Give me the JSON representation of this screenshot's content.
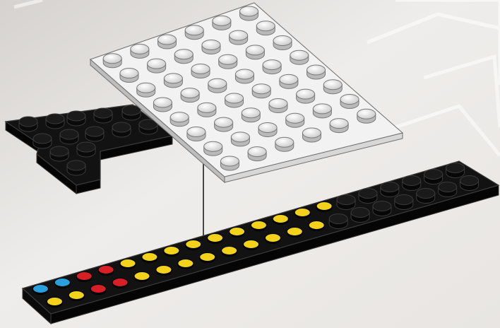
{
  "illustration": {
    "colors": {
      "background_light": "#eeeceb",
      "background_shade": "#d9d6d3",
      "background_lines": "#ffffff",
      "brick_black": "#121212",
      "brick_edge": "#3a3a3a",
      "plate_white": "#f2f2f2",
      "plate_edge": "#6f6f6f",
      "stud_yellow": "#f3d21b",
      "stud_red": "#d81f26",
      "stud_blue": "#2a9fde",
      "guide_line": "#111111"
    },
    "parts": [
      {
        "name": "black-t-shaped-plate",
        "color": "black"
      },
      {
        "name": "white-6x8-plate",
        "color": "white"
      },
      {
        "name": "long-black-plate-with-colored-studs",
        "color": "black",
        "stud_rows": [
          [
            "blue",
            "blue",
            "red",
            "red",
            "yellow",
            "yellow",
            "yellow",
            "yellow",
            "yellow",
            "yellow",
            "yellow",
            "yellow",
            "yellow",
            "yellow",
            "black",
            "black",
            "black",
            "black",
            "black",
            "black"
          ],
          [
            "yellow",
            "yellow",
            "red",
            "red",
            "yellow",
            "yellow",
            "yellow",
            "yellow",
            "yellow",
            "yellow",
            "yellow",
            "yellow",
            "yellow",
            "black",
            "black",
            "black",
            "black",
            "black",
            "black",
            "black"
          ]
        ]
      }
    ]
  }
}
